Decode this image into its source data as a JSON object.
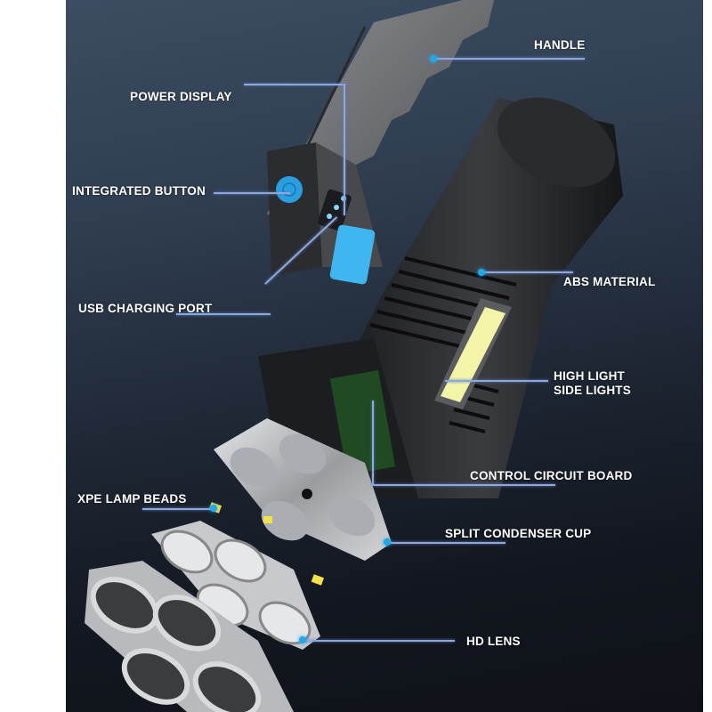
{
  "infographic": {
    "subject": "Flashlight exploded view",
    "colors": {
      "background_top": "#3c4d62",
      "background_bottom": "#0f1218",
      "callout_line": "#8fa8d8",
      "callout_dot": "#21a8e8",
      "label_text": "#ffffff",
      "accent_blue": "#2a9fe0",
      "led_yellow": "#f2e14a"
    },
    "labels": {
      "handle": "HANDLE",
      "power_display": "POWER DISPLAY",
      "integrated_button": "INTEGRATED BUTTON",
      "usb_charging_port": "USB CHARGING PORT",
      "abs_material": "ABS MATERIAL",
      "high_light_side_lights_line1": "HIGH LIGHT",
      "high_light_side_lights_line2": "SIDE LIGHTS",
      "control_circuit_board": "CONTROL CIRCUIT BOARD",
      "xpe_lamp_beads": "XPE LAMP BEADS",
      "split_condenser_cup": "SPLIT CONDENSER CUP",
      "hd_lens": "HD LENS"
    }
  }
}
